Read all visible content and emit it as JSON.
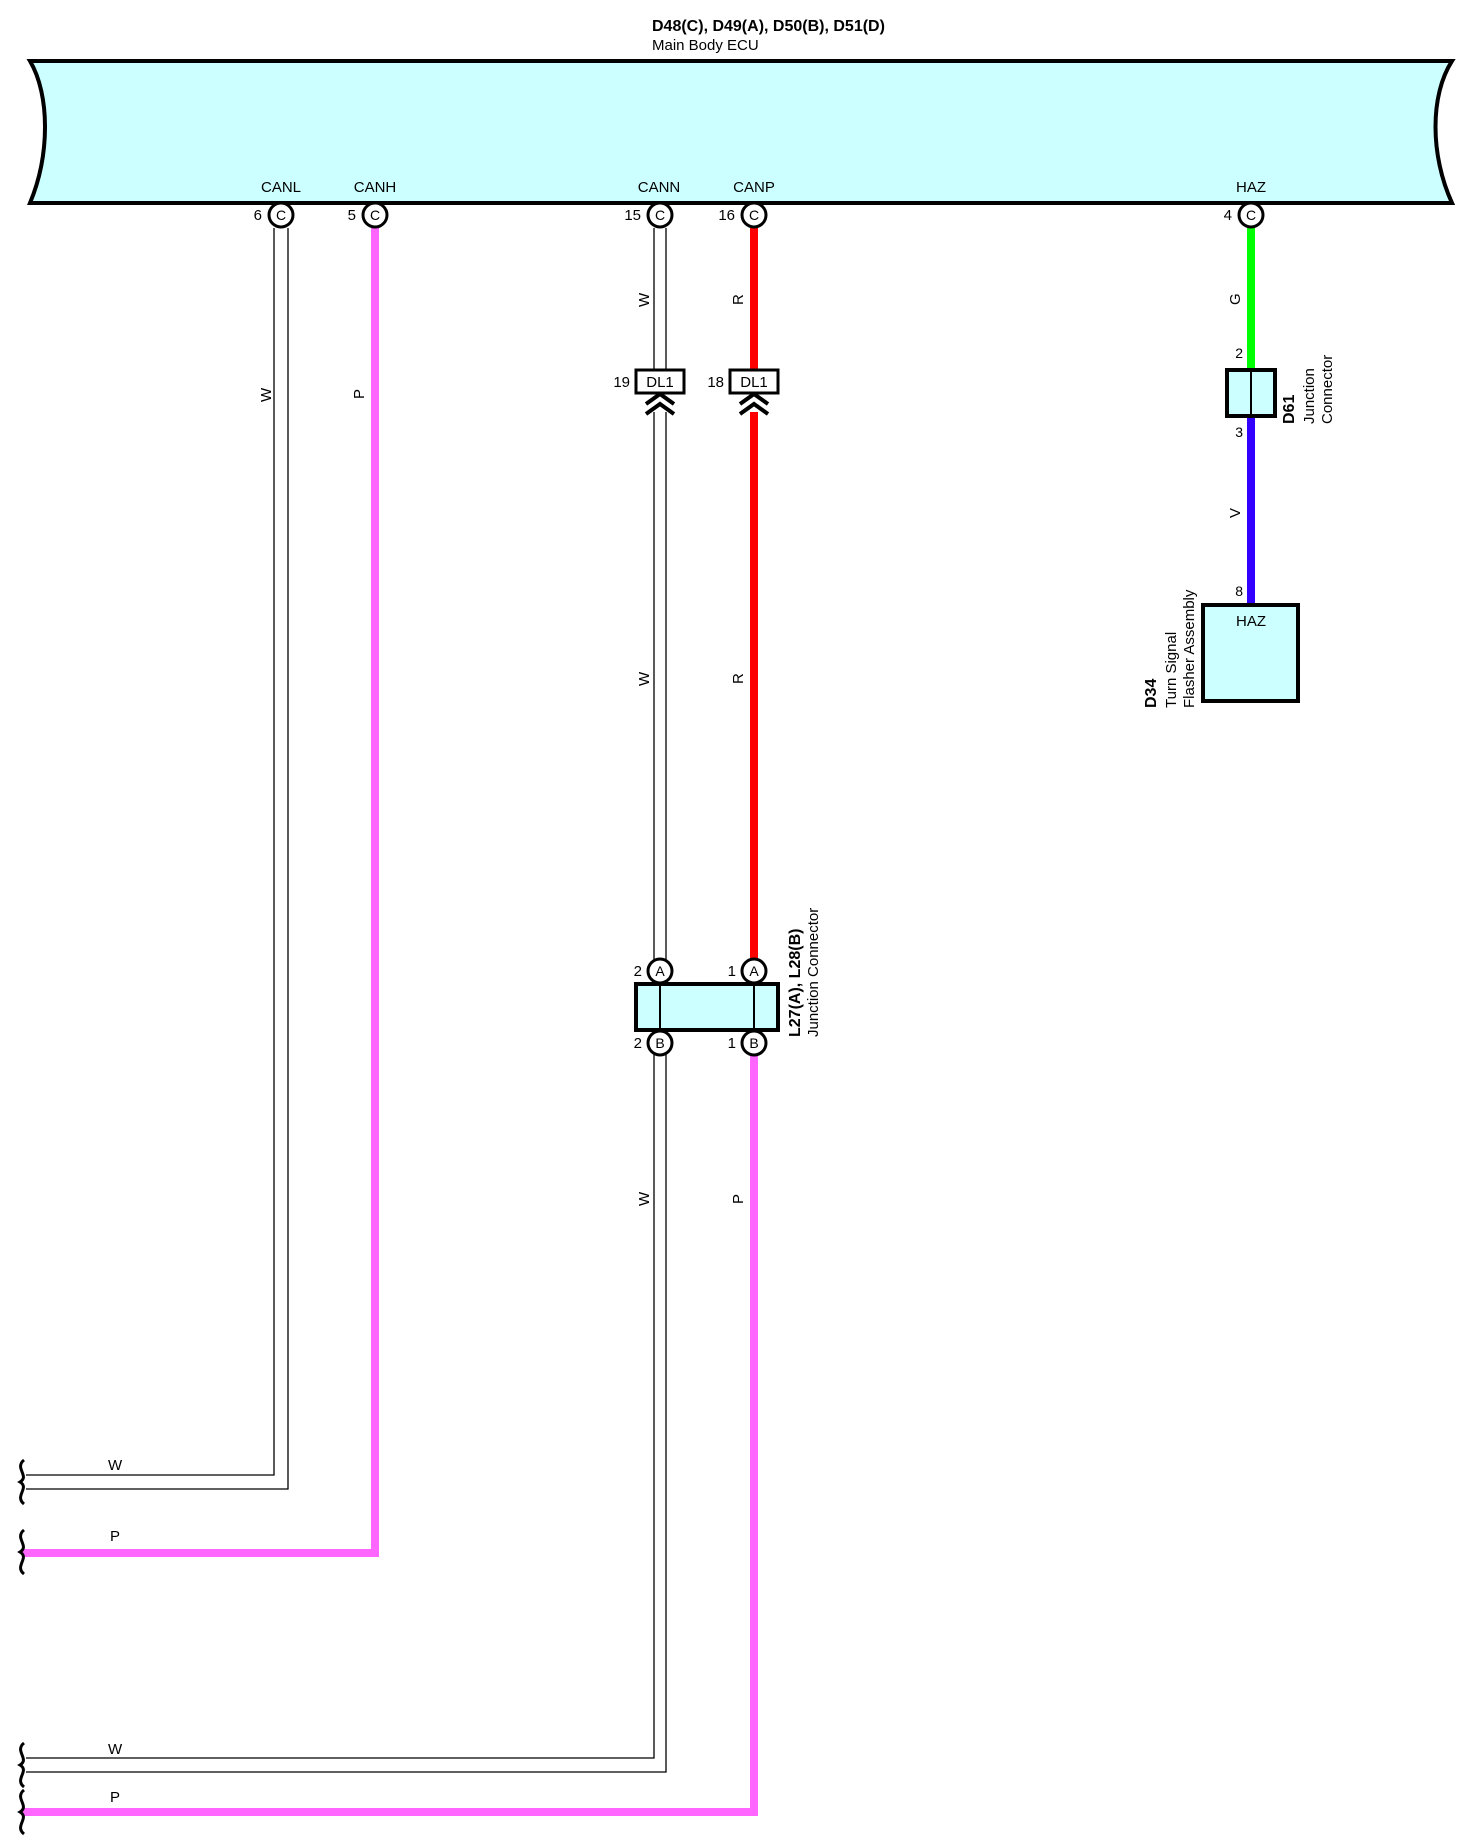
{
  "header": {
    "connectors": "D48(C), D49(A), D50(B), D51(D)",
    "ecu_name": "Main Body ECU"
  },
  "colors": {
    "ecu_fill": "#ccffff",
    "wire_white": "#ffffff",
    "wire_pink": "#ff66ff",
    "wire_red": "#ff0000",
    "wire_green": "#00ff00",
    "wire_violet": "#3300ff"
  },
  "ecu_pins": [
    {
      "name": "CANL",
      "pin": "6",
      "conn": "C"
    },
    {
      "name": "CANH",
      "pin": "5",
      "conn": "C"
    },
    {
      "name": "CANN",
      "pin": "15",
      "conn": "C"
    },
    {
      "name": "CANP",
      "pin": "16",
      "conn": "C"
    },
    {
      "name": "HAZ",
      "pin": "4",
      "conn": "C"
    }
  ],
  "wire_codes": {
    "canl": "W",
    "canh": "P",
    "cann_upper": "W",
    "cann_mid": "W",
    "cann_lower": "W",
    "canp_upper": "R",
    "canp_mid": "R",
    "canp_lower": "P",
    "haz_upper": "G",
    "haz_lower": "V",
    "out1": "W",
    "out2": "P",
    "out3": "W",
    "out4": "P"
  },
  "dl1": [
    {
      "pin": "19",
      "label": "DL1"
    },
    {
      "pin": "18",
      "label": "DL1"
    }
  ],
  "d61": {
    "id": "D61",
    "line1": "Junction",
    "line2": "Connector",
    "pin_top": "2",
    "pin_bottom": "3"
  },
  "d34": {
    "id": "D34",
    "line1": "Turn Signal",
    "line2": "Flasher Assembly",
    "pin": "8",
    "terminal": "HAZ"
  },
  "l27": {
    "id": "L27(A), L28(B)",
    "name": "Junction Connector",
    "top_pins": [
      {
        "pin": "2",
        "conn": "A"
      },
      {
        "pin": "1",
        "conn": "A"
      }
    ],
    "bottom_pins": [
      {
        "pin": "2",
        "conn": "B"
      },
      {
        "pin": "1",
        "conn": "B"
      }
    ]
  }
}
